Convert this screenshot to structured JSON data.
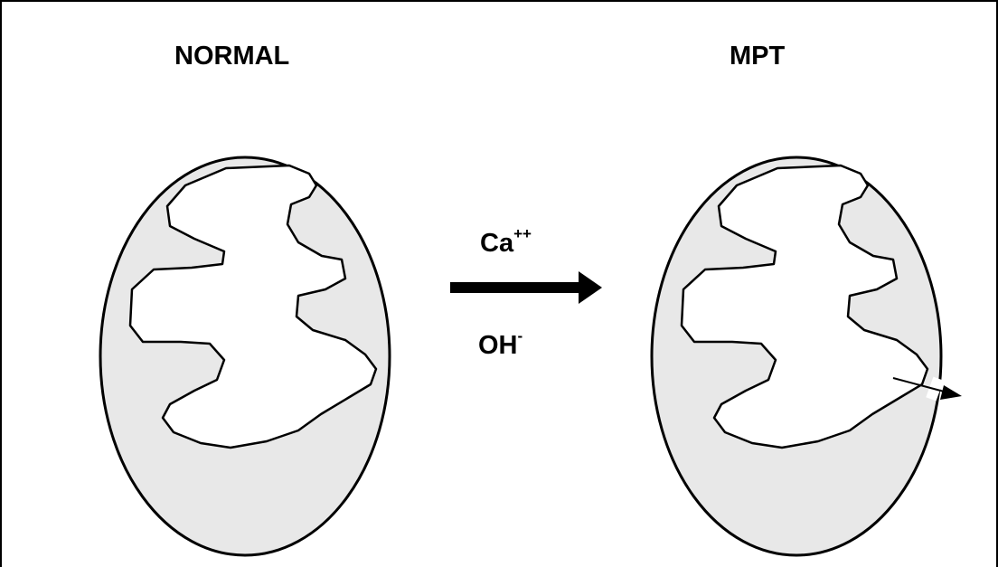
{
  "diagram": {
    "titles": {
      "normal": "NORMAL",
      "mpt": "MPT"
    },
    "reaction": {
      "cation": {
        "base": "Ca",
        "sup": "++"
      },
      "anion": {
        "base": "OH",
        "sup": "-"
      }
    },
    "colors": {
      "membrane_fill": "#e8e8e8",
      "matrix_fill": "#ffffff",
      "stroke": "#000000"
    }
  }
}
